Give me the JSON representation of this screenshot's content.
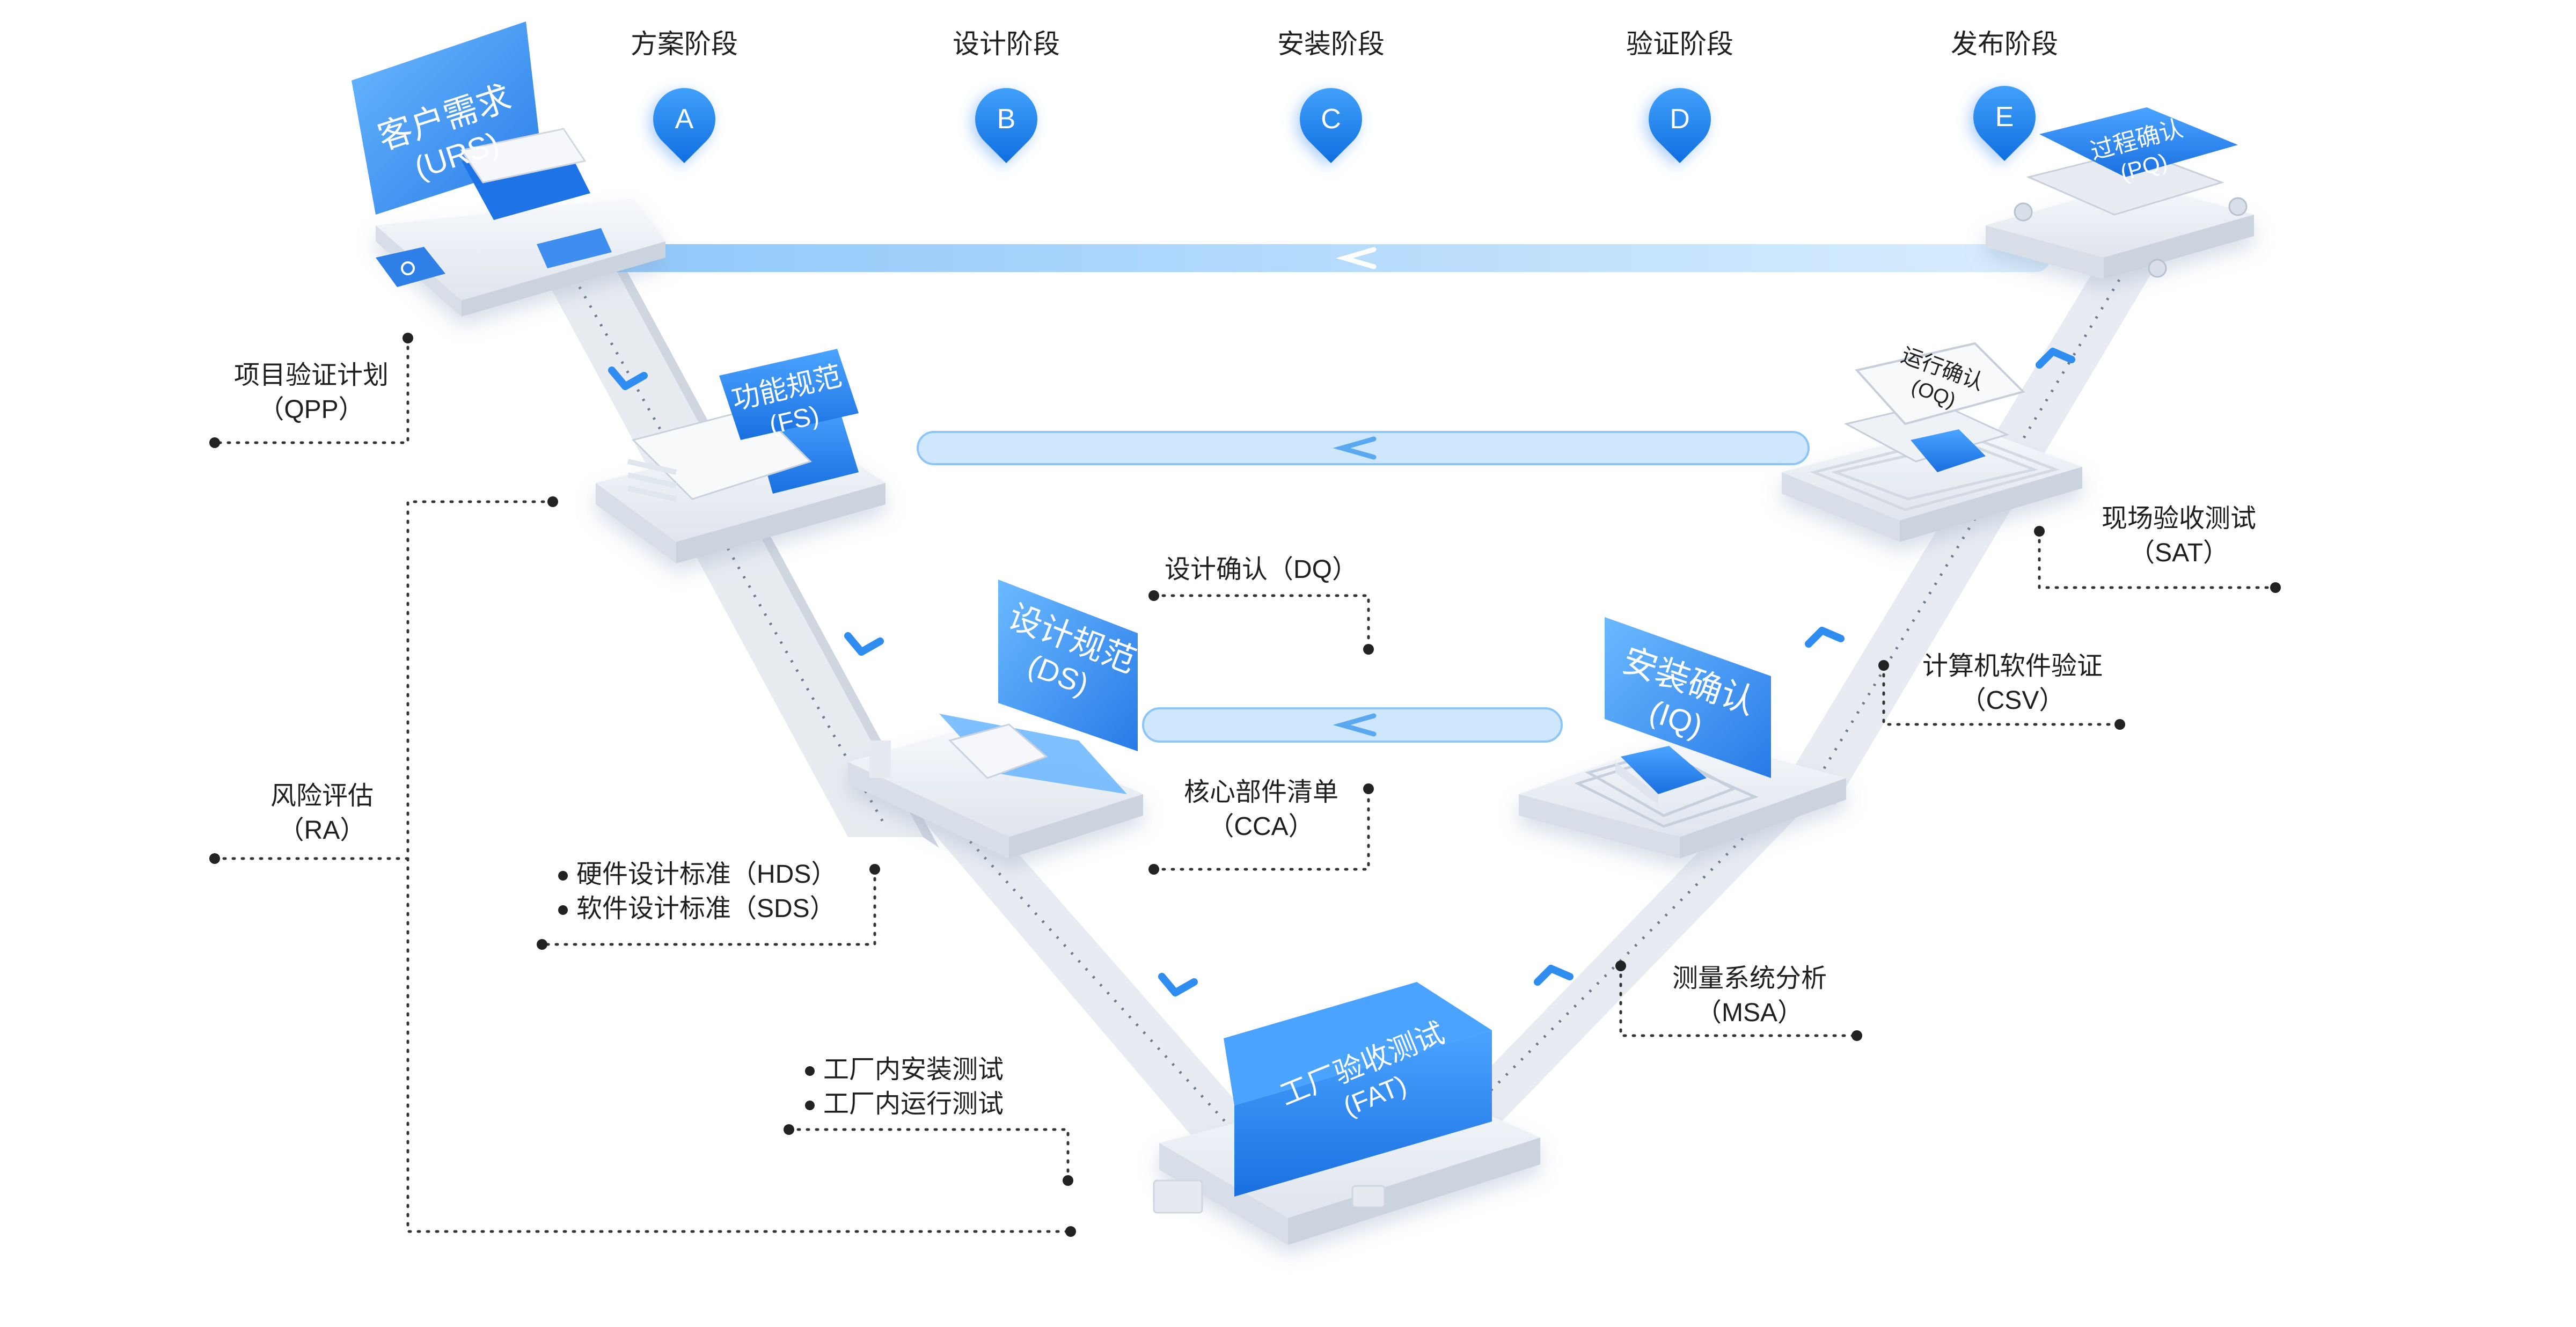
{
  "stages": [
    {
      "label": "方案阶段",
      "badge": "A"
    },
    {
      "label": "设计阶段",
      "badge": "B"
    },
    {
      "label": "安装阶段",
      "badge": "C"
    },
    {
      "label": "验证阶段",
      "badge": "D"
    },
    {
      "label": "发布阶段",
      "badge": "E"
    }
  ],
  "nodes": {
    "urs": {
      "line1": "客户需求",
      "line2": "(URS)"
    },
    "fs": {
      "line1": "功能规范",
      "line2": "(FS)"
    },
    "ds": {
      "line1": "设计规范",
      "line2": "(DS)"
    },
    "fat": {
      "line1": "工厂验收测试",
      "line2": "(FAT)"
    },
    "iq": {
      "line1": "安装确认",
      "line2": "(IQ)"
    },
    "oq": {
      "line1": "运行确认",
      "line2": "(OQ)"
    },
    "pq": {
      "line1": "过程确认",
      "line2": "(PQ)"
    }
  },
  "annotations": {
    "qpp": {
      "line1": "项目验证计划",
      "line2": "（QPP）"
    },
    "ra": {
      "line1": "风险评估",
      "line2": "（RA）"
    },
    "hds_sds": {
      "line1": "硬件设计标准（HDS）",
      "line2": "软件设计标准（SDS）"
    },
    "factory_tests": {
      "line1": "工厂内安装测试",
      "line2": "工厂内运行测试"
    },
    "dq": {
      "line1": "设计确认（DQ）"
    },
    "cca": {
      "line1": "核心部件清单",
      "line2": "（CCA）"
    },
    "msa": {
      "line1": "测量系统分析",
      "line2": "（MSA）"
    },
    "csv": {
      "line1": "计算机软件验证",
      "line2": "（CSV）"
    },
    "sat": {
      "line1": "现场验收测试",
      "line2": "（SAT）"
    }
  },
  "colors": {
    "accent": "#1e7fe8",
    "accent_light": "#5fb0ff",
    "platform": "#e9edf3",
    "flow_bar": "#bfe0fb",
    "text": "#1f1f1f"
  }
}
